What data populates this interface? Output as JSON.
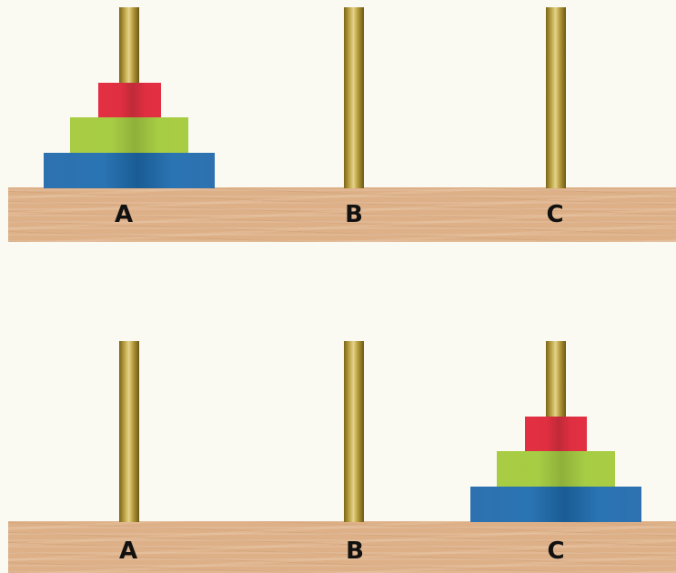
{
  "puzzles": [
    {
      "state": "start",
      "pegs": [
        {
          "label": "A",
          "disks": [
            "large",
            "medium",
            "small"
          ]
        },
        {
          "label": "B",
          "disks": []
        },
        {
          "label": "C",
          "disks": []
        }
      ]
    },
    {
      "state": "end",
      "pegs": [
        {
          "label": "A",
          "disks": []
        },
        {
          "label": "B",
          "disks": []
        },
        {
          "label": "C",
          "disks": [
            "large",
            "medium",
            "small"
          ]
        }
      ]
    }
  ],
  "colors": {
    "board": "#ddb088",
    "peg": "#b8a040",
    "disk_large": "#2a74b3",
    "disk_medium": "#a7cd45",
    "disk_small": "#e02f40",
    "background": "#fafaf2"
  }
}
